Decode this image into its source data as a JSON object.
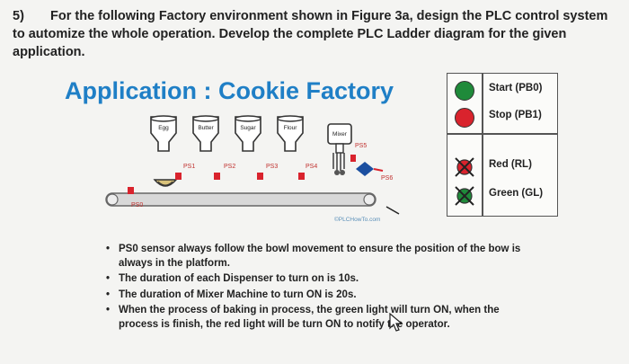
{
  "question": {
    "number": "5)",
    "text": "For the following Factory environment shown in Figure 3a, design the PLC control system to automize the whole operation. Develop the complete PLC Ladder diagram for the given application."
  },
  "diagram": {
    "title": "Application : Cookie Factory",
    "hoppers": [
      "Egg",
      "Butter",
      "Sugar",
      "Flour"
    ],
    "mixer_label": "Mixer",
    "sensor_tags": [
      "PS0",
      "PS1",
      "PS2",
      "PS3",
      "PS4",
      "PS5",
      "PS6"
    ],
    "watermark": "©PLCHowTo.com",
    "colors": {
      "title": "#1f7fc6",
      "sensor": "#d9232d",
      "conveyor": "#d8d8d8",
      "diamond": "#1b4fa0"
    }
  },
  "legend": {
    "start": {
      "label": "Start (PB0)",
      "color": "#1f8a3a"
    },
    "stop": {
      "label": "Stop (PB1)",
      "color": "#d9232d"
    },
    "red_light": {
      "label": "Red (RL)",
      "color": "#d9232d"
    },
    "green_light": {
      "label": "Green (GL)",
      "color": "#1f8a3a"
    }
  },
  "bullets": [
    "PS0 sensor always follow the bowl movement to ensure the position of the bow is always in the platform.",
    "The duration of each Dispenser to turn on is 10s.",
    "The duration of Mixer Machine to turn ON is 20s.",
    "When the process of baking in process, the green light will turn ON, when the process is finish, the red light will be turn ON to notify the operator."
  ]
}
